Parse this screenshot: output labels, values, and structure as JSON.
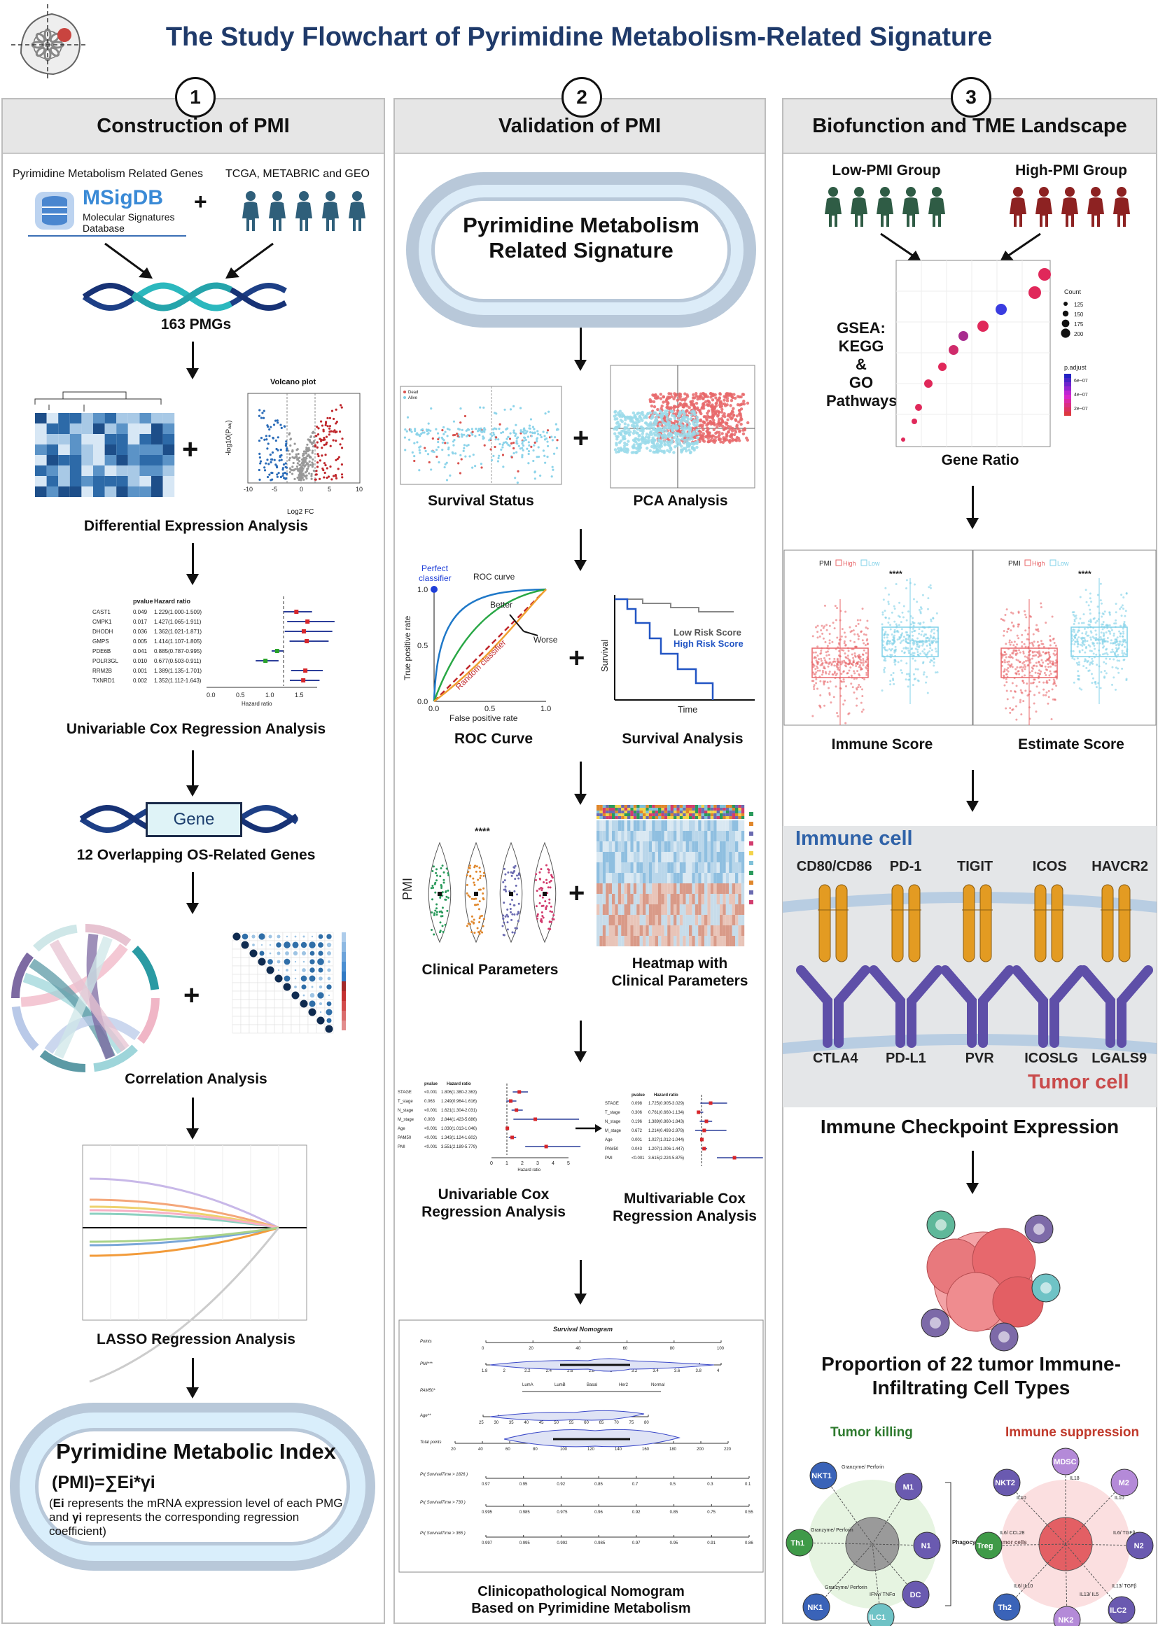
{
  "title": "The Study Flowchart of Pyrimidine Metabolism-Related Signature",
  "panels": [
    {
      "num": "1",
      "header": "Construction of PMI"
    },
    {
      "num": "2",
      "header": "Validation of PMI"
    },
    {
      "num": "3",
      "header": "Biofunction and TME Landscape"
    }
  ],
  "p1": {
    "genes_label": "Pyrimidine Metabolism Related Genes",
    "datasets_label": "TCGA, METABRIC and GEO",
    "msigdb_title": "MSigDB",
    "msigdb_sub1": "Molecular Signatures",
    "msigdb_sub2": "Database",
    "pmg_count": "163 PMGs",
    "volcano_title": "Volcano plot",
    "volcano_ylabel": "-log10(Pₐₐⱼ)",
    "volcano_xlabel": "Log2 FC",
    "volcano_xticks": [
      "-10",
      "-5",
      "0",
      "5",
      "10"
    ],
    "diff_label": "Differential Expression Analysis",
    "forest1": {
      "col_p": "pvalue",
      "col_hr": "Hazard ratio",
      "xlabel": "Hazard ratio",
      "xticks": [
        "0.0",
        "0.5",
        "1.0",
        "1.5"
      ],
      "rows": [
        {
          "gene": "CAST1",
          "p": "0.049",
          "hr": "1.229(1.000-1.509)",
          "v": 1.229,
          "lo": 1.0,
          "hi": 1.509,
          "color": "#d6262b"
        },
        {
          "gene": "CMPK1",
          "p": "0.017",
          "hr": "1.427(1.065-1.911)",
          "v": 1.427,
          "lo": 1.065,
          "hi": 1.911,
          "color": "#d6262b"
        },
        {
          "gene": "DHODH",
          "p": "0.036",
          "hr": "1.362(1.021-1.871)",
          "v": 1.362,
          "lo": 1.021,
          "hi": 1.871,
          "color": "#d6262b"
        },
        {
          "gene": "GMPS",
          "p": "0.005",
          "hr": "1.414(1.107-1.805)",
          "v": 1.414,
          "lo": 1.107,
          "hi": 1.805,
          "color": "#d6262b"
        },
        {
          "gene": "PDE6B",
          "p": "0.041",
          "hr": "0.885(0.787-0.995)",
          "v": 0.885,
          "lo": 0.787,
          "hi": 0.995,
          "color": "#2aa32a"
        },
        {
          "gene": "POLR3GL",
          "p": "0.010",
          "hr": "0.677(0.503-0.911)",
          "v": 0.677,
          "lo": 0.503,
          "hi": 0.911,
          "color": "#2aa32a"
        },
        {
          "gene": "RRM2B",
          "p": "0.001",
          "hr": "1.389(1.135-1.701)",
          "v": 1.389,
          "lo": 1.135,
          "hi": 1.701,
          "color": "#d6262b"
        },
        {
          "gene": "TXNRD1",
          "p": "0.002",
          "hr": "1.352(1.112-1.643)",
          "v": 1.352,
          "lo": 1.112,
          "hi": 1.643,
          "color": "#d6262b"
        }
      ]
    },
    "unicox_label": "Univariable Cox Regression Analysis",
    "gene_box": "Gene",
    "overlap_label": "12 Overlapping OS-Related Genes",
    "corr_label": "Correlation Analysis",
    "lasso_label": "LASSO Regression Analysis",
    "pmi_title": "Pyrimidine Metabolic Index",
    "pmi_formula": "(PMI)=∑Ei*γi",
    "pmi_desc_ei": "Ei",
    "pmi_desc_1": " represents the mRNA expression level of each PMG and ",
    "pmi_desc_yi": "γi",
    "pmi_desc_2": " represents the corresponding regression coefficient)"
  },
  "p2": {
    "signature_line1": "Pyrimidine Metabolism",
    "signature_line2": "Related Signature",
    "surv_legend": [
      "Dead",
      "Alive"
    ],
    "surv_status_label": "Survival Status",
    "pca_label": "PCA Analysis",
    "roc": {
      "title": "ROC curve",
      "perfect": "Perfect classifier",
      "better": "Better",
      "worse": "Worse",
      "random": "Random classifier",
      "xlabel": "False positive rate",
      "ylabel": "True positive rate",
      "ticks": [
        "0.0",
        "0.5",
        "1.0"
      ]
    },
    "roc_label": "ROC Curve",
    "km": {
      "low": "Low Risk Score",
      "high": "High Risk Score",
      "xlabel": "Time",
      "ylabel": "Survival"
    },
    "km_label": "Survival Analysis",
    "clin_sig": "****",
    "clin_ylabel": "PMI",
    "clin_label": "Clinical Parameters",
    "heatmap_label_1": "Heatmap with",
    "heatmap_label_2": "Clinical Parameters",
    "uni_label_1": "Univariable Cox",
    "uni_label_2": "Regression Analysis",
    "multi_label_1": "Multivariable Cox",
    "multi_label_2": "Regression Analysis",
    "uni_forest": {
      "col_p": "pvalue",
      "col_hr": "Hazard ratio",
      "xlabel": "Hazard ratio",
      "xticks": [
        "0",
        "1",
        "2",
        "3",
        "4",
        "5"
      ],
      "rows": [
        {
          "name": "STAGE",
          "p": "<0.001",
          "hr": "1.806(1.380-2.363)",
          "v": 1.806,
          "lo": 1.38,
          "hi": 2.363
        },
        {
          "name": "T_stage",
          "p": "0.063",
          "hr": "1.249(0.964-1.616)",
          "v": 1.249,
          "lo": 0.964,
          "hi": 1.616
        },
        {
          "name": "N_stage",
          "p": "<0.001",
          "hr": "1.621(1.304-2.031)",
          "v": 1.621,
          "lo": 1.304,
          "hi": 2.031
        },
        {
          "name": "M_stage",
          "p": "0.003",
          "hr": "2.844(1.423-5.686)",
          "v": 2.844,
          "lo": 1.423,
          "hi": 5.686
        },
        {
          "name": "Age",
          "p": "<0.001",
          "hr": "1.030(1.013-1.046)",
          "v": 1.03,
          "lo": 1.013,
          "hi": 1.046
        },
        {
          "name": "PAM50",
          "p": "<0.001",
          "hr": "1.343(1.124-1.602)",
          "v": 1.343,
          "lo": 1.124,
          "hi": 1.602
        },
        {
          "name": "PMI",
          "p": "<0.001",
          "hr": "3.551(2.189-5.779)",
          "v": 3.551,
          "lo": 2.189,
          "hi": 5.779
        }
      ]
    },
    "multi_forest": {
      "col_p": "pvalue",
      "col_hr": "Hazard ratio",
      "rows": [
        {
          "name": "STAGE",
          "p": "0.098",
          "hr": "1.725(0.905-3.029)",
          "v": 1.725,
          "lo": 0.905,
          "hi": 3.029
        },
        {
          "name": "T_stage",
          "p": "0.306",
          "hr": "0.761(0.660-1.134)",
          "v": 0.761,
          "lo": 0.66,
          "hi": 1.134
        },
        {
          "name": "N_stage",
          "p": "0.196",
          "hr": "1.389(0.860-1.843)",
          "v": 1.389,
          "lo": 0.86,
          "hi": 1.843
        },
        {
          "name": "M_stage",
          "p": "0.672",
          "hr": "1.214(0.493-2.978)",
          "v": 1.214,
          "lo": 0.493,
          "hi": 2.978
        },
        {
          "name": "Age",
          "p": "0.001",
          "hr": "1.027(1.012-1.044)",
          "v": 1.027,
          "lo": 1.012,
          "hi": 1.044
        },
        {
          "name": "PAM50",
          "p": "0.043",
          "hr": "1.207(1.006-1.447)",
          "v": 1.207,
          "lo": 1.006,
          "hi": 1.447
        },
        {
          "name": "PMI",
          "p": "<0.001",
          "hr": "3.615(2.224-5.875)",
          "v": 3.615,
          "lo": 2.224,
          "hi": 5.875
        }
      ]
    },
    "nomogram": {
      "title": "Survival Nomogram",
      "rows": [
        "Points",
        "PMI***",
        "PAM50*",
        "Age**",
        "Total points",
        "Pr( SurvivalTime > 1826 )",
        "Pr( SurvivalTime > 730 )",
        "Pr( SurvivalTime > 365 )"
      ],
      "points_ticks": [
        "0",
        "20",
        "40",
        "60",
        "80",
        "100"
      ],
      "pmi_ticks": [
        "1.8",
        "2",
        "2.2",
        "2.4",
        "2.6",
        "2.8",
        "3",
        "3.2",
        "3.4",
        "3.6",
        "3.8",
        "4"
      ],
      "pam50_labels": [
        "LumA",
        "LumB",
        "Basal",
        "Her2",
        "Normal"
      ],
      "age_ticks": [
        "25",
        "30",
        "35",
        "40",
        "45",
        "50",
        "55",
        "60",
        "65",
        "70",
        "75",
        "80"
      ],
      "total_ticks": [
        "20",
        "40",
        "60",
        "80",
        "100",
        "120",
        "140",
        "160",
        "180",
        "200",
        "220"
      ],
      "pr1_ticks": [
        "0.97",
        "0.95",
        "0.92",
        "0.85",
        "0.7",
        "0.5",
        "0.3",
        "0.1"
      ],
      "pr2_ticks": [
        "0.995",
        "0.985",
        "0.975",
        "0.96",
        "0.92",
        "0.85",
        "0.75",
        "0.55"
      ],
      "pr3_ticks": [
        "0.997",
        "0.995",
        "0.992",
        "0.985",
        "0.97",
        "0.95",
        "0.91",
        "0.86"
      ]
    },
    "nomo_label_1": "Clinicopathological Nomogram",
    "nomo_label_2": "Based on Pyrimidine Metabolism"
  },
  "p3": {
    "low_group": "Low-PMI Group",
    "high_group": "High-PMI Group",
    "gsea_1": "GSEA:",
    "gsea_2": "KEGG",
    "gsea_3": "&",
    "gsea_4": "GO",
    "gsea_5": "Pathways",
    "count_title": "Count",
    "count_values": [
      "125",
      "150",
      "175",
      "200"
    ],
    "padj_title": "p.adjust",
    "padj_ticks": [
      "6e−07",
      "4e−07",
      "2e−07"
    ],
    "gene_ratio_label": "Gene Ratio",
    "box_legend_title": "PMI",
    "box_legend_high": "High",
    "box_legend_low": "Low",
    "box_sig": "****",
    "immune_score_label": "Immune Score",
    "estimate_score_label": "Estimate Score",
    "immune_cell": "Immune cell",
    "tumor_cell": "Tumor cell",
    "receptors_top": [
      "CD80/CD86",
      "PD-1",
      "TIGIT",
      "ICOS",
      "HAVCR2"
    ],
    "receptors_bottom": [
      "CTLA4",
      "PD-L1",
      "PVR",
      "ICOSLG",
      "LGALS9"
    ],
    "checkpoint_label": "Immune Checkpoint Expression",
    "proportion_label_1": "Proportion of 22 tumor Immune-",
    "proportion_label_2": "Infiltrating Cell Types",
    "tumor_killing": "Tumor killing",
    "immune_suppression": "Immune suppression",
    "kill_cells": [
      "NKT1",
      "Th1",
      "NK1",
      "ILC1",
      "DC",
      "N1",
      "M1"
    ],
    "kill_notes": [
      "Granzyme/ Perforin",
      "Granzyme/ Perforin",
      "Granzyme/ Perforin",
      "IFNγ/ TNFα"
    ],
    "phago": "Phagocytosis of tumor cells",
    "supp_cells": [
      "NKT2",
      "Treg",
      "Th2",
      "NK2",
      "ILC2",
      "N2",
      "M2",
      "MDSC"
    ],
    "supp_notes": [
      "IL10",
      "IL6/ CCL28",
      "IL6/ IL10",
      "IL18",
      "IL13/ IL5",
      "IL13/ TGFβ",
      "IL6/ TGFβ",
      "IL10"
    ]
  }
}
